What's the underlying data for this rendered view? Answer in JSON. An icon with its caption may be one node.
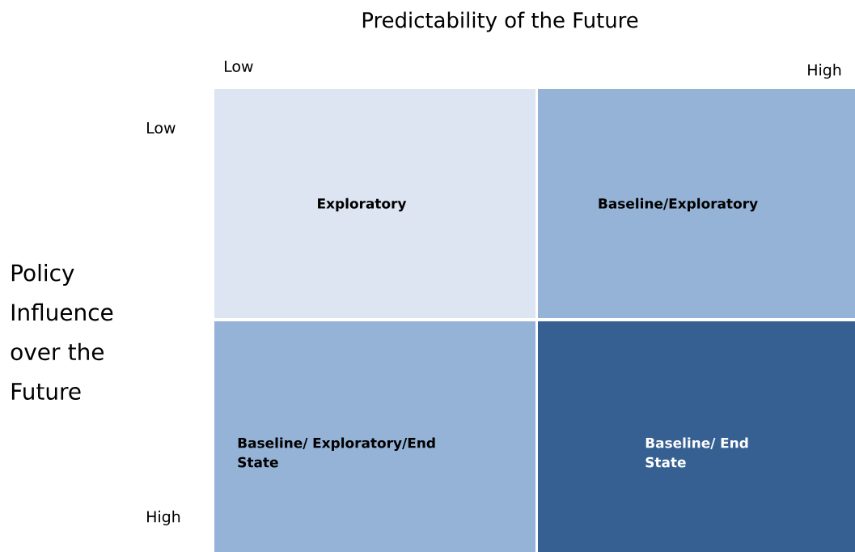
{
  "diagram": {
    "title": "Predictability of the Future",
    "nodes": [
      {
        "text": [
          "Exploratory"
        ]
      },
      {
        "text": [
          "Baseline/Exploratory"
        ]
      },
      {
        "text": [
          "Baseline/ Exploratory/End State"
        ]
      },
      {
        "text": [
          "Baseline/ End State"
        ]
      }
    ],
    "labels": [
      "Low",
      "High",
      "Low",
      "Policy Influence over the Future",
      "High"
    ]
  }
}
